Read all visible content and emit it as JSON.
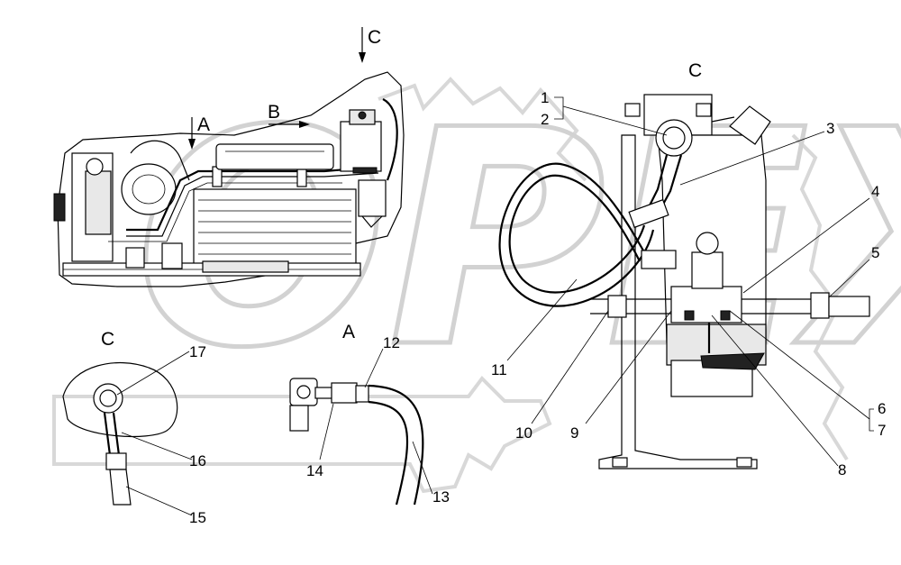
{
  "watermark": {
    "text": "OPEX"
  },
  "views": {
    "main_view_c_arrow": "C",
    "main_view_a_arrow": "A",
    "main_view_b_arrow": "B",
    "detail_c_title": "C",
    "detail_a_title": "A",
    "detail_c_small_title": "C"
  },
  "callouts": {
    "c1": "1",
    "c2": "2",
    "c3": "3",
    "c4": "4",
    "c5": "5",
    "c6": "6",
    "c7": "7",
    "c8": "8",
    "c9": "9",
    "c10": "10",
    "c11": "11",
    "c12": "12",
    "c13": "13",
    "c14": "14",
    "c15": "15",
    "c16": "16",
    "c17": "17"
  }
}
